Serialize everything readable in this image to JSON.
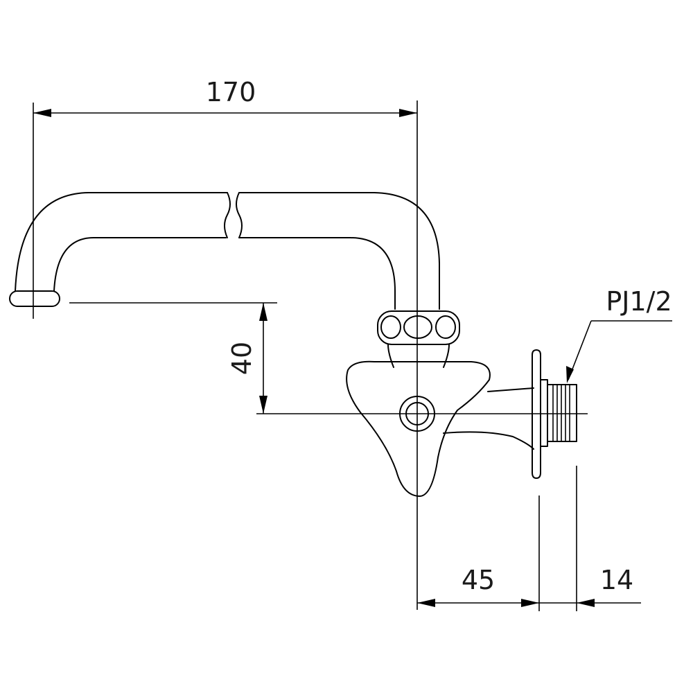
{
  "diagram": {
    "subject": "wall-mounted faucet with swing spout",
    "dimensions": {
      "spout_reach": "170",
      "spout_height": "40",
      "body_projection": "45",
      "thread_length": "14"
    },
    "callouts": {
      "thread_spec": "PJ1/2"
    }
  }
}
